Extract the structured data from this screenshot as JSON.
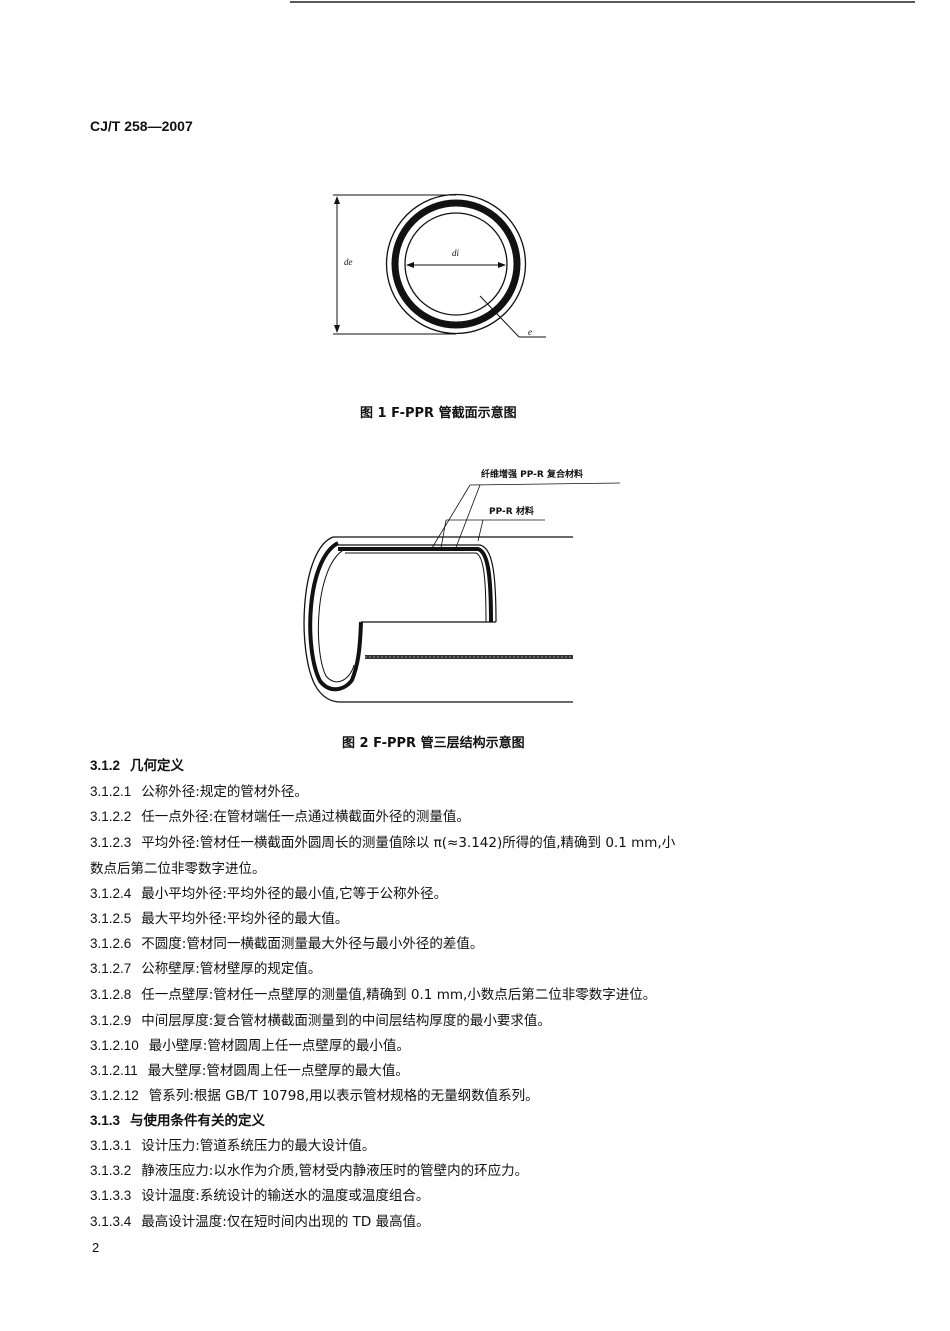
{
  "header": {
    "standard_number": "CJ/T 258—2007"
  },
  "figure1": {
    "caption": "图 1   F-PPR 管截面示意图",
    "labels": {
      "outer_diameter": "de",
      "inner_diameter": "di",
      "wall_thickness": "e"
    }
  },
  "figure2": {
    "caption": "图 2   F-PPR 管三层结构示意图",
    "labels": {
      "middle_layer": "纤维增强 PP-R 复合材料",
      "outer_inner_layer": "PP-R 材料"
    }
  },
  "lines": [
    {
      "num": "3.1.2",
      "text": "几何定义",
      "bold": true
    },
    {
      "num": "3.1.2.1",
      "text": "公称外径:规定的管材外径。"
    },
    {
      "num": "3.1.2.2",
      "text": "任一点外径:在管材端任一点通过横截面外径的测量值。"
    },
    {
      "num": "3.1.2.3",
      "text": "平均外径:管材任一横截面外圆周长的测量值除以 π(≈3.142)所得的值,精确到 0.1 mm,小"
    },
    {
      "num": "",
      "text": "数点后第二位非零数字进位。"
    },
    {
      "num": "3.1.2.4",
      "text": "最小平均外径:平均外径的最小值,它等于公称外径。"
    },
    {
      "num": "3.1.2.5",
      "text": "最大平均外径:平均外径的最大值。"
    },
    {
      "num": "3.1.2.6",
      "text": "不圆度:管材同一横截面测量最大外径与最小外径的差值。"
    },
    {
      "num": "3.1.2.7",
      "text": "公称壁厚:管材壁厚的规定值。"
    },
    {
      "num": "3.1.2.8",
      "text": "任一点壁厚:管材任一点壁厚的测量值,精确到 0.1 mm,小数点后第二位非零数字进位。"
    },
    {
      "num": "3.1.2.9",
      "text": "中间层厚度:复合管材横截面测量到的中间层结构厚度的最小要求值。"
    },
    {
      "num": "3.1.2.10",
      "text": "最小壁厚:管材圆周上任一点壁厚的最小值。"
    },
    {
      "num": "3.1.2.11",
      "text": "最大壁厚:管材圆周上任一点壁厚的最大值。"
    },
    {
      "num": "3.1.2.12",
      "text": "管系列:根据 GB/T 10798,用以表示管材规格的无量纲数值系列。"
    },
    {
      "num": "3.1.3",
      "text": "与使用条件有关的定义",
      "bold": true
    },
    {
      "num": "3.1.3.1",
      "text": "设计压力:管道系统压力的最大设计值。"
    },
    {
      "num": "3.1.3.2",
      "text": "静液压应力:以水作为介质,管材受内静液压时的管壁内的环应力。"
    },
    {
      "num": "3.1.3.3",
      "text": "设计温度:系统设计的输送水的温度或温度组合。"
    },
    {
      "num": "3.1.3.4",
      "text": "最高设计温度:仅在短时间内出现的 TD 最高值。"
    }
  ],
  "footer": {
    "page_number": "2"
  }
}
